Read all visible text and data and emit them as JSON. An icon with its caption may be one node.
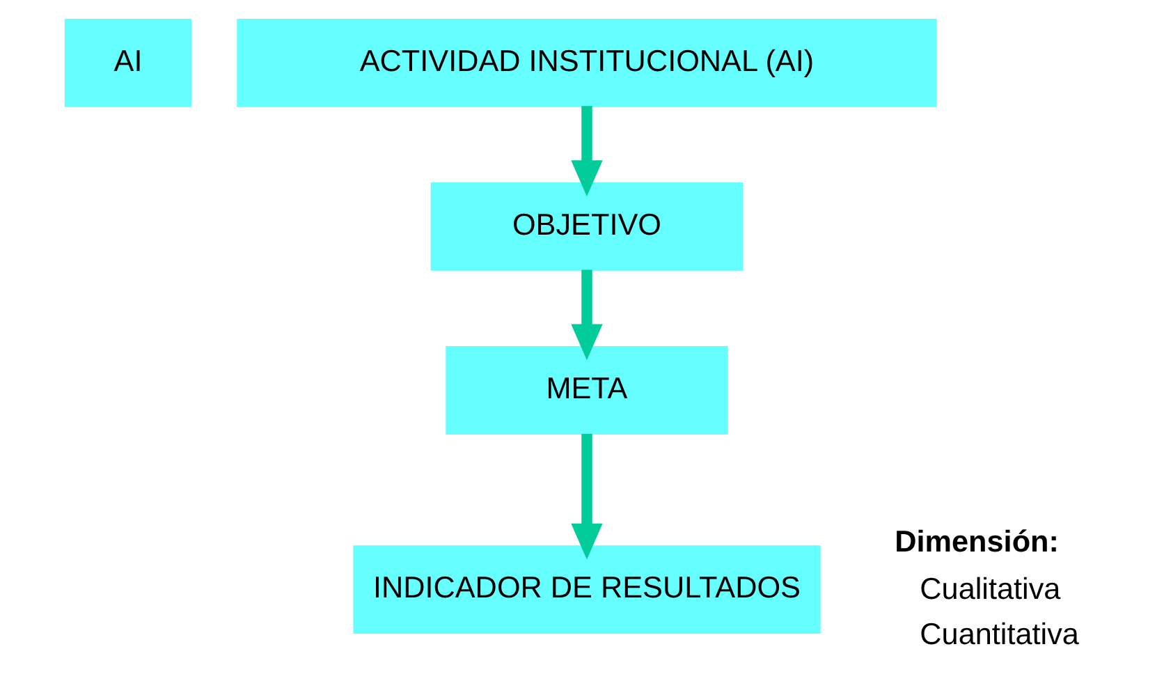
{
  "diagram": {
    "nodes": [
      {
        "text": [
          "AI"
        ]
      },
      {
        "text": [
          "ACTIVIDAD INSTITUCIONAL (AI)"
        ]
      },
      {
        "text": [
          "OBJETIVO"
        ]
      },
      {
        "text": [
          "META"
        ]
      },
      {
        "text": [
          "INDICADOR DE RESULTADOS"
        ]
      }
    ],
    "edges": [
      {
        "from": 1,
        "to": 2,
        "arrow": "to"
      },
      {
        "from": 2,
        "to": 3,
        "arrow": "to"
      },
      {
        "from": 3,
        "to": 4,
        "arrow": "to"
      }
    ],
    "labels": [
      "Dimensión:",
      "Cualitativa",
      "Cuantitativa"
    ]
  }
}
